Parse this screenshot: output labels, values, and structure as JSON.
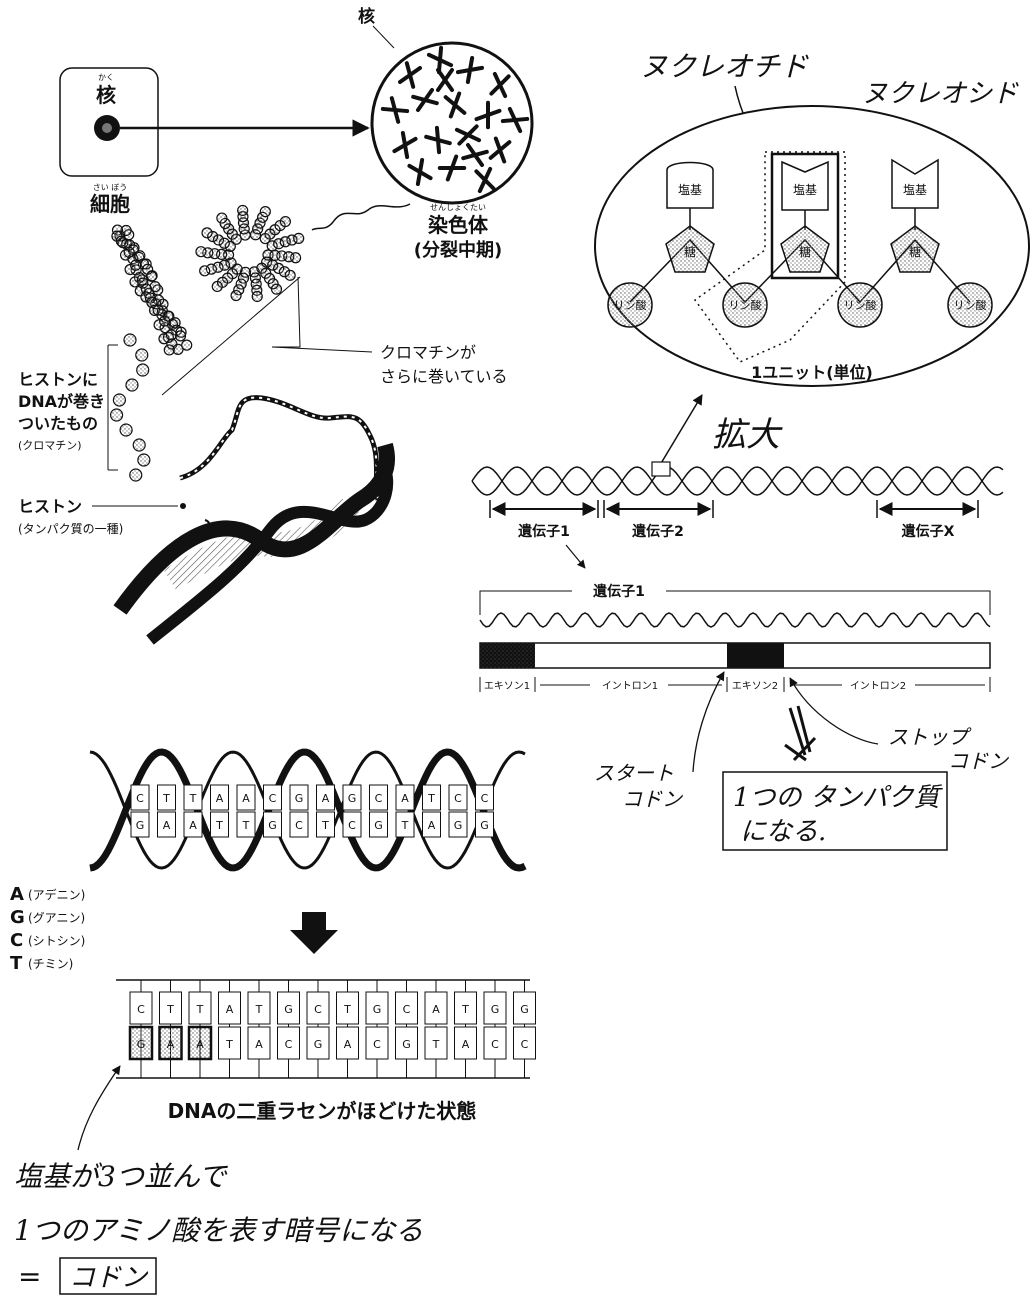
{
  "cell": {
    "nucleus_ruby": "かく",
    "nucleus": "核",
    "cell_ruby": "さい ぼう",
    "cell": "細胞"
  },
  "chromosome": {
    "nucleus_label": "核",
    "ruby": "せんしょくたい",
    "name": "染色体",
    "phase": "(分裂中期)"
  },
  "histone_labels": {
    "dna_wrapped": [
      "ヒストンに",
      "DNAが巻き",
      "ついたもの"
    ],
    "chromatin_paren": "(クロマチン)",
    "histone": "ヒストン",
    "histone_note": "(タンパク質の一種)",
    "chromatin_coiled": [
      "クロマチンが",
      "さらに巻いている"
    ]
  },
  "nucleotide": {
    "nucleotide_label": "ヌクレオチド",
    "nucleoside_label": "ヌクレオシド",
    "base": "塩基",
    "sugar": "糖",
    "phosphate": "リン酸",
    "unit": "1ユニット(単位)",
    "zoom": "拡大"
  },
  "genes": {
    "gene1": "遺伝子1",
    "gene2": "遺伝子2",
    "geneX": "遺伝子X",
    "gene1_detail": "遺伝子1",
    "exon1": "エキソン1",
    "intron1": "イントロン1",
    "exon2": "エキソン2",
    "intron2": "イントロン2",
    "start_codon": [
      "スタート",
      "コドン"
    ],
    "stop_codon": [
      "ストップ",
      "コドン"
    ],
    "result": [
      "1つの タンパク質",
      "になる."
    ]
  },
  "dna": {
    "helix_top": [
      "C",
      "T",
      "T",
      "A",
      "A",
      "C",
      "G",
      "A",
      "G",
      "C",
      "A",
      "T",
      "C",
      "C"
    ],
    "helix_bottom": [
      "G",
      "A",
      "A",
      "T",
      "T",
      "G",
      "C",
      "T",
      "C",
      "G",
      "T",
      "A",
      "G",
      "G"
    ],
    "ladder_top": [
      "C",
      "T",
      "T",
      "A",
      "T",
      "G",
      "C",
      "T",
      "G",
      "C",
      "A",
      "T",
      "G",
      "G"
    ],
    "ladder_bottom": [
      "G",
      "A",
      "A",
      "T",
      "A",
      "C",
      "G",
      "A",
      "C",
      "G",
      "T",
      "A",
      "C",
      "C"
    ],
    "legend": [
      {
        "letter": "A",
        "name": "(アデニン)"
      },
      {
        "letter": "G",
        "name": "(グアニン)"
      },
      {
        "letter": "C",
        "name": "(シトシン)"
      },
      {
        "letter": "T",
        "name": "(チミン)"
      }
    ],
    "unwound_caption": "DNAの二重ラセンがほどけた状態",
    "codon_note": [
      "塩基が3つ並んで",
      "1つのアミノ酸を表す暗号になる"
    ],
    "codon_eq": "=",
    "codon_word": "コドン"
  }
}
